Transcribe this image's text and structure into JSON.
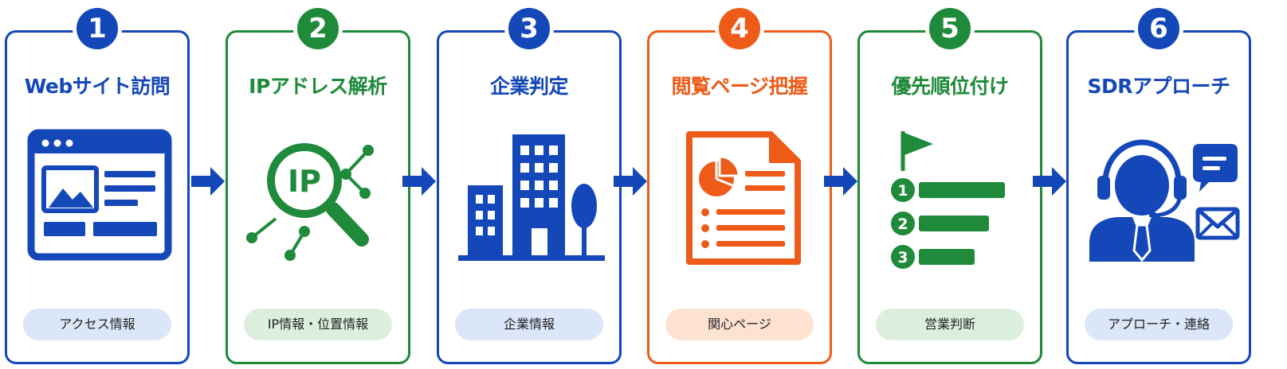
{
  "colors": {
    "blue": "#1447b8",
    "green": "#1e8a3a",
    "orange": "#ee5a17",
    "pill_blue": "#dbe6f8",
    "pill_green": "#dcefdd",
    "pill_orange": "#fde2d2"
  },
  "steps": [
    {
      "number": "1",
      "title": "Webサイト訪問",
      "tag": "アクセス情報",
      "icon": "browser-window-icon"
    },
    {
      "number": "2",
      "title": "IPアドレス解析",
      "tag": "IP情報・位置情報",
      "icon": "ip-magnifier-icon",
      "icon_text": "IP"
    },
    {
      "number": "3",
      "title": "企業判定",
      "tag": "企業情報",
      "icon": "office-building-icon"
    },
    {
      "number": "4",
      "title": "閲覧ページ把握",
      "tag": "関心ページ",
      "icon": "pie-chart-document-icon"
    },
    {
      "number": "5",
      "title": "優先順位付け",
      "tag": "営業判断",
      "icon": "ranked-list-flag-icon",
      "ranks": [
        "1",
        "2",
        "3"
      ]
    },
    {
      "number": "6",
      "title": "SDRアプローチ",
      "tag": "アプローチ・連絡",
      "icon": "headset-operator-icon"
    }
  ]
}
